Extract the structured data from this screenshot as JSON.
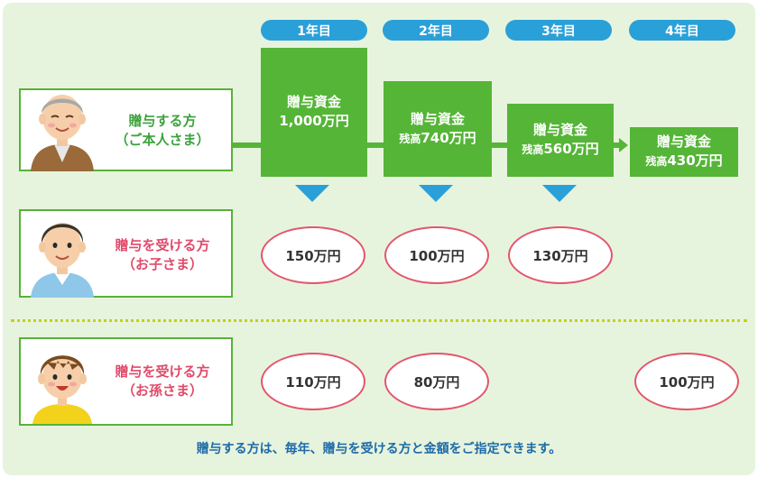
{
  "years": [
    "1年目",
    "2年目",
    "3年目",
    "4年目"
  ],
  "giver": {
    "line1": "贈与する方",
    "line2": "（ご本人さま）"
  },
  "child": {
    "line1": "贈与を受ける方",
    "line2": "（お子さま）"
  },
  "grandchild": {
    "line1": "贈与を受ける方",
    "line2": "（お孫さま）"
  },
  "funds": [
    {
      "label": "贈与資金",
      "prefix": "",
      "amount": "1,000万円"
    },
    {
      "label": "贈与資金",
      "prefix": "残高",
      "amount": "740万円"
    },
    {
      "label": "贈与資金",
      "prefix": "残高",
      "amount": "560万円"
    },
    {
      "label": "贈与資金",
      "prefix": "残高",
      "amount": "430万円"
    }
  ],
  "child_amounts": [
    "150万円",
    "100万円",
    "130万円"
  ],
  "grandchild_amounts": [
    "110万円",
    "80万円",
    "100万円"
  ],
  "footer": "贈与する方は、毎年、贈与を受ける方と金額をご指定できます。",
  "colors": {
    "green": "#55b537",
    "blue": "#2aa0d9",
    "red": "#e3556e",
    "bg": "#e7f4dd"
  }
}
